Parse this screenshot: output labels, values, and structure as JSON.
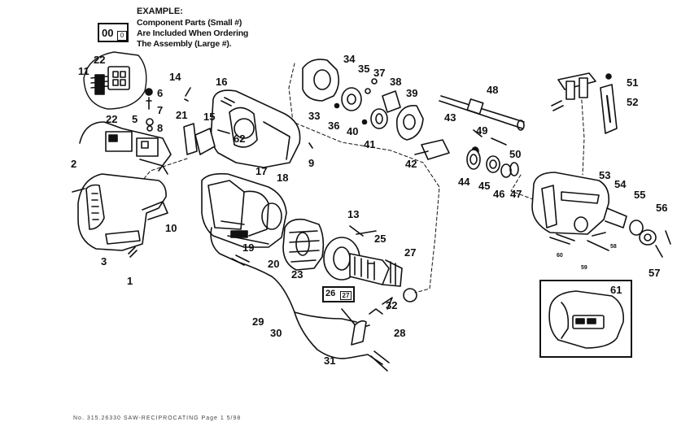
{
  "example": {
    "title": "EXAMPLE:",
    "lines": [
      "Component Parts (Small #)",
      "Are Included When Ordering",
      "The Assembly (Large #)."
    ],
    "box_large": "00",
    "box_small": "0"
  },
  "assembly_box": {
    "large": "26",
    "small": "27"
  },
  "part_labels": {
    "p1": "1",
    "p2": "2",
    "p3": "3",
    "p5": "5",
    "p6": "6",
    "p7": "7",
    "p8": "8",
    "p9": "9",
    "p10": "10",
    "p11": "11",
    "p13": "13",
    "p14": "14",
    "p15": "15",
    "p16": "16",
    "p17": "17",
    "p18": "18",
    "p19": "19",
    "p20": "20",
    "p21": "21",
    "p22a": "22",
    "p22b": "22",
    "p23": "23",
    "p25": "25",
    "p27": "27",
    "p28": "28",
    "p29": "29",
    "p30": "30",
    "p31": "31",
    "p32": "32",
    "p33": "33",
    "p34": "34",
    "p35": "35",
    "p36": "36",
    "p37": "37",
    "p38": "38",
    "p39": "39",
    "p40": "40",
    "p41": "41",
    "p42": "42",
    "p43": "43",
    "p44": "44",
    "p45": "45",
    "p46": "46",
    "p47": "47",
    "p48": "48",
    "p49": "49",
    "p50": "50",
    "p51": "51",
    "p52": "52",
    "p53": "53",
    "p54": "54",
    "p55": "55",
    "p56": "56",
    "p57": "57",
    "p58": "58",
    "p59": "59",
    "p60": "60",
    "p61": "61",
    "p62": "62"
  },
  "footer": "No. 315.26330  SAW-RECIPROCATING         Page 1  5/98"
}
